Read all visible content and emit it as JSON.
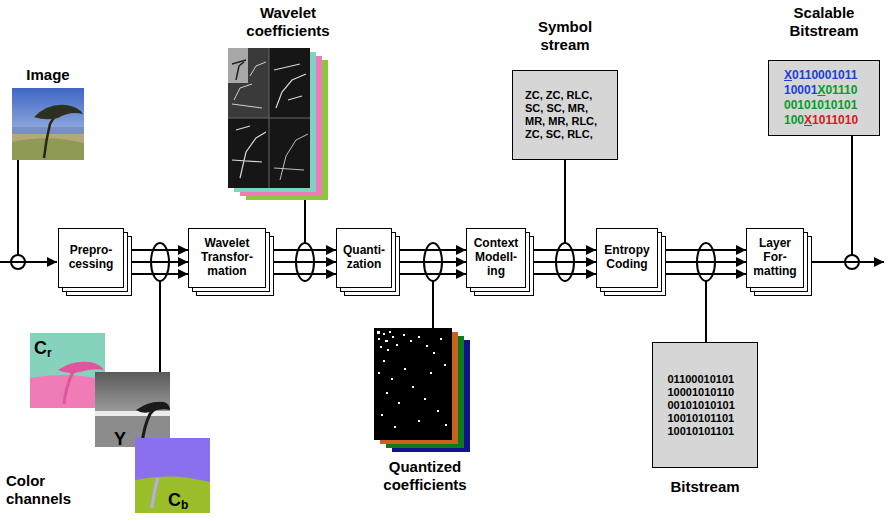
{
  "diagram": {
    "nodes": [
      {
        "text": [
          "Prepro- cessing"
        ]
      },
      {
        "text": [
          "Wavelet Transfor- mation"
        ]
      },
      {
        "text": [
          "Quanti- zation"
        ]
      },
      {
        "text": [
          "Context Modell- ing"
        ]
      },
      {
        "text": [
          "Entropy Coding"
        ]
      },
      {
        "text": [
          "Layer For- matting"
        ]
      },
      {
        "text": [
          "Symbol stream",
          "ZC, ZC, RLC, SC, SC, MR, MR, MR, RLC, ZC, SC, RLC,"
        ]
      },
      {
        "text": [
          "01100010101 10001010110 00101010101 10010101101 10010101101",
          "Bitstream"
        ]
      },
      {
        "text": [
          "Scalable Bitstream",
          "X0110001011 10001X01110 00101010101 100X1011010"
        ]
      }
    ],
    "edges": [
      {
        "from": 0,
        "to": 1,
        "arrow": "to"
      },
      {
        "from": 1,
        "to": 2,
        "arrow": "to"
      },
      {
        "from": 2,
        "to": 3,
        "arrow": "to"
      },
      {
        "from": 3,
        "to": 4,
        "arrow": "to"
      },
      {
        "from": 4,
        "to": 5,
        "arrow": "to"
      }
    ],
    "labels": [
      "Image",
      "Wavelet coefficients",
      "Cr",
      "Y",
      "Cb",
      "Color channels",
      "Quantized coefficients"
    ]
  }
}
